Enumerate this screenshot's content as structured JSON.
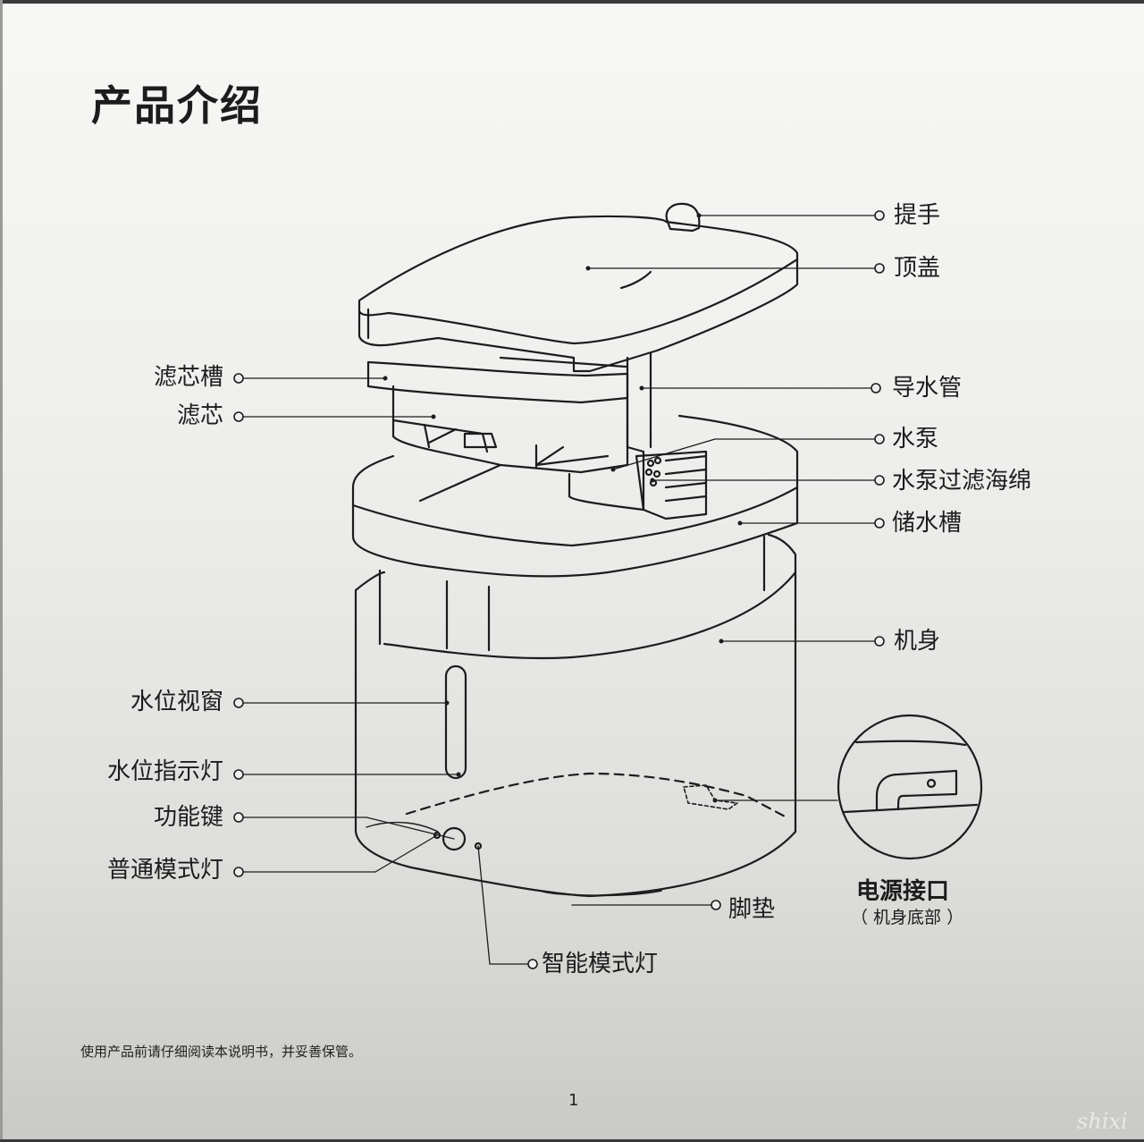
{
  "page": {
    "title": "产品介绍",
    "footnote": "使用产品前请仔细阅读本说明书，并妥善保管。",
    "page_number": "1",
    "watermark": "shixi"
  },
  "labels_right": [
    {
      "id": "handle",
      "text": "提手"
    },
    {
      "id": "top-cover",
      "text": "顶盖"
    },
    {
      "id": "water-pipe",
      "text": "导水管"
    },
    {
      "id": "water-pump",
      "text": "水泵"
    },
    {
      "id": "pump-filter-sponge",
      "text": "水泵过滤海绵"
    },
    {
      "id": "water-tank",
      "text": "储水槽"
    },
    {
      "id": "body",
      "text": "机身"
    }
  ],
  "labels_left": [
    {
      "id": "filter-slot",
      "text": "滤芯槽"
    },
    {
      "id": "filter",
      "text": "滤芯"
    },
    {
      "id": "water-level-window",
      "text": "水位视窗"
    },
    {
      "id": "water-level-indicator",
      "text": "水位指示灯"
    },
    {
      "id": "function-key",
      "text": "功能键"
    },
    {
      "id": "normal-mode-light",
      "text": "普通模式灯"
    }
  ],
  "labels_bottom": [
    {
      "id": "foot-pad",
      "text": "脚垫"
    },
    {
      "id": "smart-mode-light",
      "text": "智能模式灯"
    }
  ],
  "power_port": {
    "title": "电源接口",
    "subtitle": "（ 机身底部 ）"
  },
  "colors": {
    "ink": "#1c1c1c",
    "paper": "#eeeeec"
  }
}
